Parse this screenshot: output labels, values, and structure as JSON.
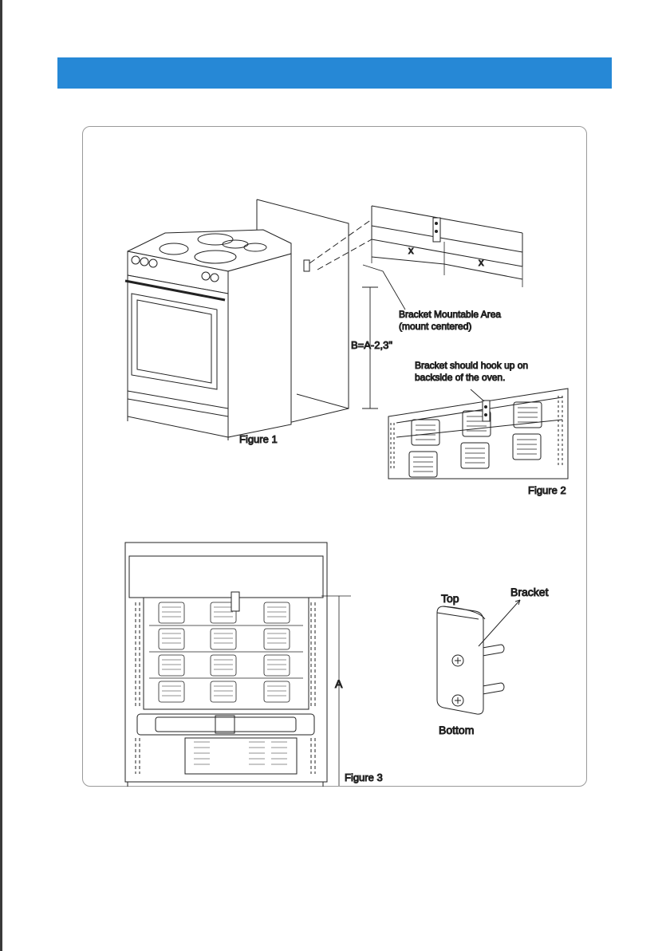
{
  "header": {
    "color": "#2688d6"
  },
  "figure1": {
    "caption": "Figure 1",
    "dimension_label": "B=A-2,3\"",
    "spacing_label_left": "x",
    "spacing_label_right": "x",
    "area_label_line1": "Bracket Mountable Area",
    "area_label_line2": "(mount centered)"
  },
  "figure2": {
    "caption": "Figure 2",
    "note_line1": "Bracket should hook up on",
    "note_line2": "backside of the oven."
  },
  "figure3": {
    "caption": "Figure 3",
    "height_label": "A"
  },
  "bracket_detail": {
    "bracket_label": "Bracket",
    "top_label": "Top",
    "bottom_label": "Bottom"
  }
}
